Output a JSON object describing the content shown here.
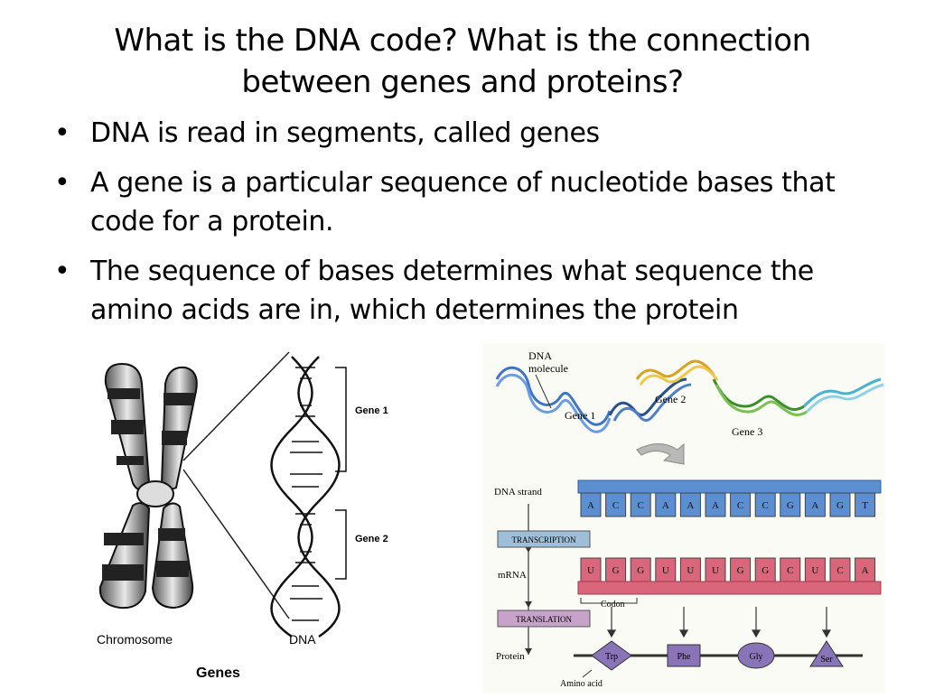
{
  "slide": {
    "title": "What is the DNA code? What is the connection between genes and proteins?",
    "bullets": [
      "DNA is read in segments, called genes",
      "A gene is a particular sequence of nucleotide bases that code for a protein.",
      "The sequence of bases determines what sequence the amino acids are in, which determines the protein"
    ]
  },
  "figure_left": {
    "gene1_label": "Gene 1",
    "gene2_label": "Gene 2",
    "chromosome_label": "Chromosome",
    "dna_label": "DNA",
    "caption": "Genes"
  },
  "figure_right": {
    "molecule_label_1": "DNA",
    "molecule_label_2": "molecule",
    "gene1": "Gene 1",
    "gene2": "Gene 2",
    "gene3": "Gene 3",
    "dna_strand_label": "DNA strand",
    "dna_bases": [
      "A",
      "C",
      "C",
      "A",
      "A",
      "A",
      "C",
      "C",
      "G",
      "A",
      "G",
      "T"
    ],
    "transcription": "TRANSCRIPTION",
    "mrna_label": "mRNA",
    "mrna_bases": [
      "U",
      "G",
      "G",
      "U",
      "U",
      "U",
      "G",
      "G",
      "C",
      "U",
      "C",
      "A"
    ],
    "codon_label": "Codon",
    "translation": "TRANSLATION",
    "protein_label": "Protein",
    "amino_acids": [
      "Trp",
      "Phe",
      "Gly",
      "Ser"
    ],
    "amino_acid_label": "Amino acid",
    "colors": {
      "dna_blue": "#5b8fd1",
      "mrna_red": "#d9667a",
      "protein_purple": "#8a74b8",
      "process_box": "#9fbfd8"
    }
  }
}
